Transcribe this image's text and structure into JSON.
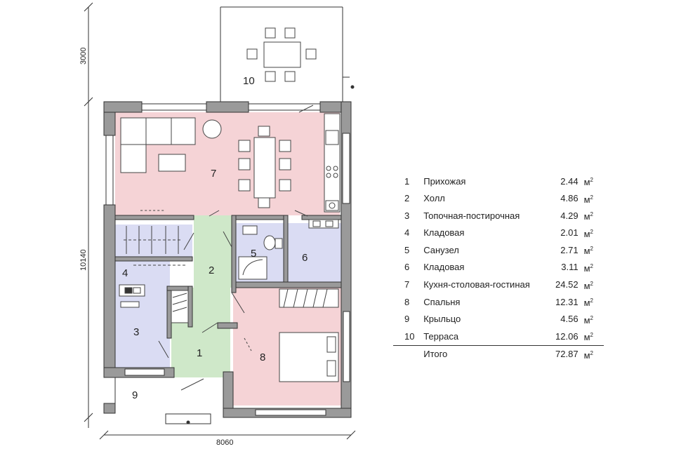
{
  "plan": {
    "dimensions": {
      "width": "8060",
      "height": "10140",
      "terrace_depth": "3000"
    },
    "rooms": [
      {
        "id": "1",
        "label": "1",
        "color": "#e9ecf1"
      },
      {
        "id": "2",
        "label": "2",
        "color": "#cfe8c9"
      },
      {
        "id": "3",
        "label": "3",
        "color": "#dadcf3"
      },
      {
        "id": "4",
        "label": "4",
        "color": "#dadcf3"
      },
      {
        "id": "5",
        "label": "5",
        "color": "#dadcf3"
      },
      {
        "id": "6",
        "label": "6",
        "color": "#dadcf3"
      },
      {
        "id": "7",
        "label": "7",
        "color": "#f5d3d6"
      },
      {
        "id": "8",
        "label": "8",
        "color": "#f5d3d6"
      },
      {
        "id": "9",
        "label": "9",
        "color": "#ffffff"
      },
      {
        "id": "10",
        "label": "10",
        "color": "#ffffff"
      }
    ]
  },
  "legend": {
    "unit_base": "м",
    "unit_power": "2",
    "rows": [
      {
        "num": "1",
        "name": "Прихожая",
        "area": "2.44"
      },
      {
        "num": "2",
        "name": "Холл",
        "area": "4.86"
      },
      {
        "num": "3",
        "name": "Топочная-постирочная",
        "area": "4.29"
      },
      {
        "num": "4",
        "name": "Кладовая",
        "area": "2.01"
      },
      {
        "num": "5",
        "name": "Санузел",
        "area": "2.71"
      },
      {
        "num": "6",
        "name": "Кладовая",
        "area": "3.11"
      },
      {
        "num": "7",
        "name": "Кухня-столовая-гостиная",
        "area": "24.52"
      },
      {
        "num": "8",
        "name": "Спальня",
        "area": "12.31"
      },
      {
        "num": "9",
        "name": "Крыльцо",
        "area": "4.56"
      },
      {
        "num": "10",
        "name": "Терраса",
        "area": "12.06"
      }
    ],
    "total": {
      "name": "Итого",
      "area": "72.87"
    }
  }
}
